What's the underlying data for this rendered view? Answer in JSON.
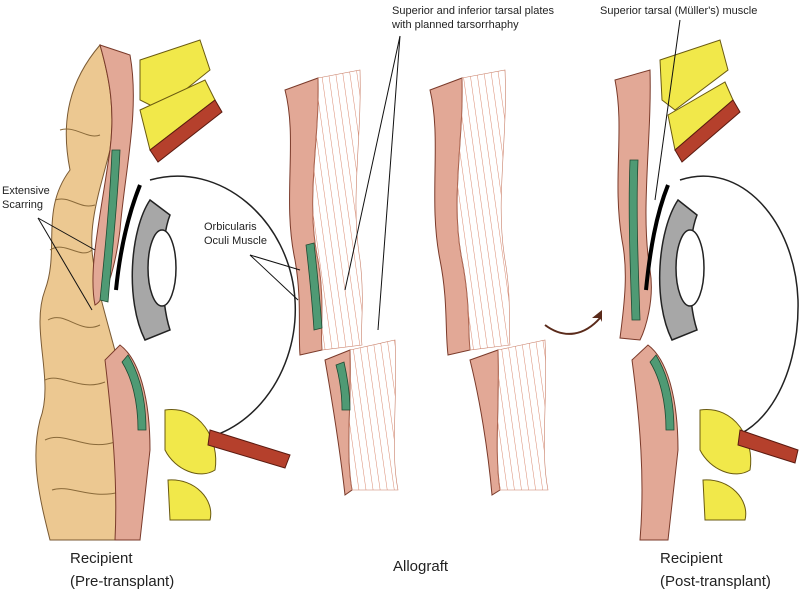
{
  "annotations": {
    "tarsal_plates_line1": "Superior and inferior tarsal plates",
    "tarsal_plates_line2": "with planned tarsorrhaphy",
    "muller_muscle": "Superior tarsal (Müller's) muscle",
    "scarring_line1": "Extensive",
    "scarring_line2": "Scarring",
    "orbicularis_line1": "Orbicularis",
    "orbicularis_line2": "Oculi Muscle"
  },
  "captions": {
    "recipient_pre_line1": "Recipient",
    "recipient_pre_line2": "(Pre-transplant)",
    "allograft": "Allograft",
    "recipient_post_line1": "Recipient",
    "recipient_post_line2": "(Post-transplant)"
  },
  "colors": {
    "skin": "#e2a896",
    "skin_dark": "#b86e5c",
    "muscle_red": "#b5402c",
    "orbicularis_green": "#4f9a74",
    "fat_yellow": "#f1e84a",
    "scar_tan": "#ecc891",
    "eye_gray": "#a7a7a7",
    "outline": "#1a1a1a"
  }
}
